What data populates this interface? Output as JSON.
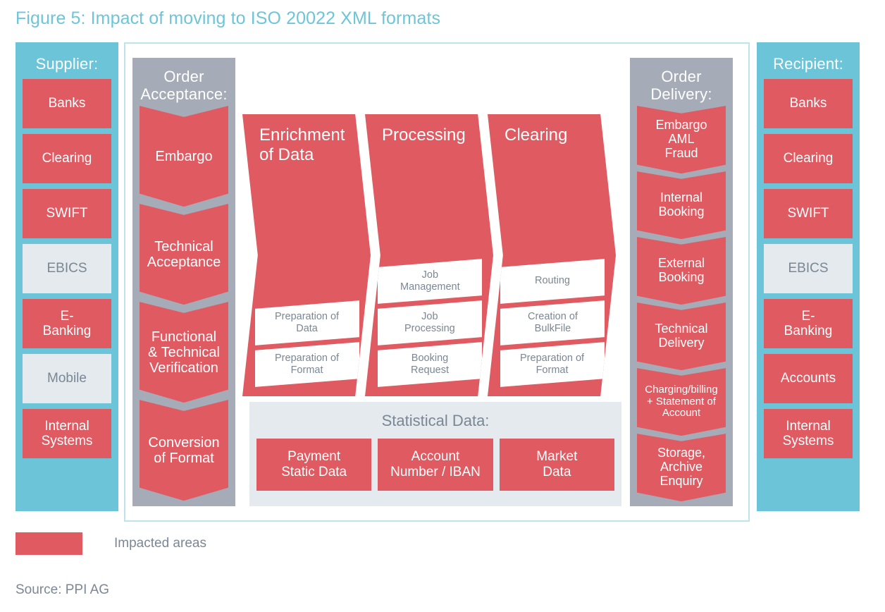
{
  "figure": {
    "title": "Figure 5: Impact of moving to ISO 20022 XML formats",
    "source": "Source: PPI AG"
  },
  "legend": {
    "impacted_label": "Impacted areas",
    "impacted_color": "#E05A62",
    "neutral_color": "#E4EAEE",
    "accent_color": "#6BC4D8",
    "stage_color": "#A5ABB7"
  },
  "supplier": {
    "title": "Supplier:",
    "items": [
      {
        "label": "Banks",
        "impacted": true
      },
      {
        "label": "Clearing",
        "impacted": true
      },
      {
        "label": "SWIFT",
        "impacted": true
      },
      {
        "label": "EBICS",
        "impacted": false
      },
      {
        "label": "E-\nBanking",
        "impacted": true
      },
      {
        "label": "Mobile",
        "impacted": false
      },
      {
        "label": "Internal\nSystems",
        "impacted": true
      }
    ]
  },
  "recipient": {
    "title": "Recipient:",
    "items": [
      {
        "label": "Banks",
        "impacted": true
      },
      {
        "label": "Clearing",
        "impacted": true
      },
      {
        "label": "SWIFT",
        "impacted": true
      },
      {
        "label": "EBICS",
        "impacted": false
      },
      {
        "label": "E-\nBanking",
        "impacted": true
      },
      {
        "label": "Accounts",
        "impacted": true
      },
      {
        "label": "Internal\nSystems",
        "impacted": true
      }
    ]
  },
  "order_acceptance": {
    "title": "Order\nAcceptance:",
    "steps": [
      {
        "label": "Embargo"
      },
      {
        "label": "Technical\nAcceptance"
      },
      {
        "label": "Functional\n& Technical\nVerification"
      },
      {
        "label": "Conversion\nof Format"
      }
    ]
  },
  "order_delivery": {
    "title": "Order\nDelivery:",
    "steps": [
      {
        "label": "Embargo\nAML\nFraud",
        "small": false
      },
      {
        "label": "Internal\nBooking",
        "small": false
      },
      {
        "label": "External\nBooking",
        "small": false
      },
      {
        "label": "Technical\nDelivery",
        "small": false
      },
      {
        "label": "Charging/billing\n+ Statement of\nAccount",
        "small": true
      },
      {
        "label": "Storage,\nArchive\nEnquiry",
        "small": false
      }
    ]
  },
  "processes": [
    {
      "title": "Enrichment\nof Data",
      "subs": [
        "Preparation of\nData",
        "Preparation of\nFormat"
      ]
    },
    {
      "title": "Processing",
      "subs": [
        "Job\nManagement",
        "Job\nProcessing",
        "Booking\nRequest"
      ]
    },
    {
      "title": "Clearing",
      "subs": [
        "Routing",
        "Creation of\nBulkFile",
        "Preparation of\nFormat"
      ]
    }
  ],
  "statistical_data": {
    "title": "Statistical Data:",
    "items": [
      "Payment\nStatic Data",
      "Account\nNumber / IBAN",
      "Market\nData"
    ]
  }
}
